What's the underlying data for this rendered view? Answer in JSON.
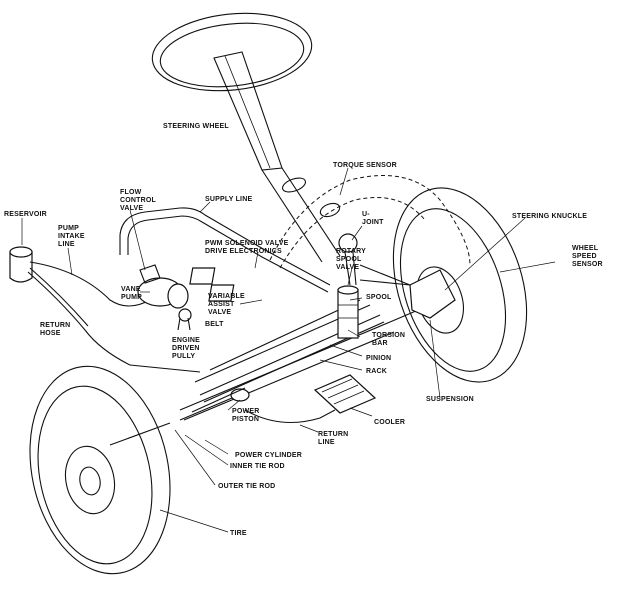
{
  "labels": {
    "steering_wheel": "STEERING WHEEL",
    "torque_sensor": "TORQUE SENSOR",
    "reservoir": "RESERVOIR",
    "flow_control_valve": [
      "FLOW",
      "CONTROL",
      "VALVE"
    ],
    "supply_line": "SUPPLY LINE",
    "pump_intake_line": [
      "PUMP",
      "INTAKE",
      "LINE"
    ],
    "pwm_solenoid": [
      "PWM SOLENOID VALVE",
      "DRIVE ELECTRONICS"
    ],
    "u_joint": [
      "U-",
      "JOINT"
    ],
    "steering_knuckle": "STEERING KNUCKLE",
    "wheel_speed_sensor": [
      "WHEEL",
      "SPEED",
      "SENSOR"
    ],
    "rotary_spool_valve": [
      "ROTARY",
      "SPOOL",
      "VALVE"
    ],
    "vane_pump": [
      "VANE",
      "PUMP"
    ],
    "variable_assist_valve": [
      "VARIABLE",
      "ASSIST",
      "VALVE"
    ],
    "spool": "SPOOL",
    "return_hose": [
      "RETURN",
      "HOSE"
    ],
    "belt": "BELT",
    "torsion_bar": [
      "TORSION",
      "BAR"
    ],
    "engine_driven_pully": [
      "ENGINE",
      "DRIVEN",
      "PULLY"
    ],
    "pinion": "PINION",
    "rack": "RACK",
    "suspension": "SUSPENSION",
    "power_piston": [
      "POWER",
      "PISTON"
    ],
    "cooler": "COOLER",
    "return_line": [
      "RETURN",
      "LINE"
    ],
    "power_cylinder": "POWER CYLINDER",
    "inner_tie_rod": "INNER TIE ROD",
    "outer_tie_rod": "OUTER TIE ROD",
    "tire": "TIRE"
  }
}
